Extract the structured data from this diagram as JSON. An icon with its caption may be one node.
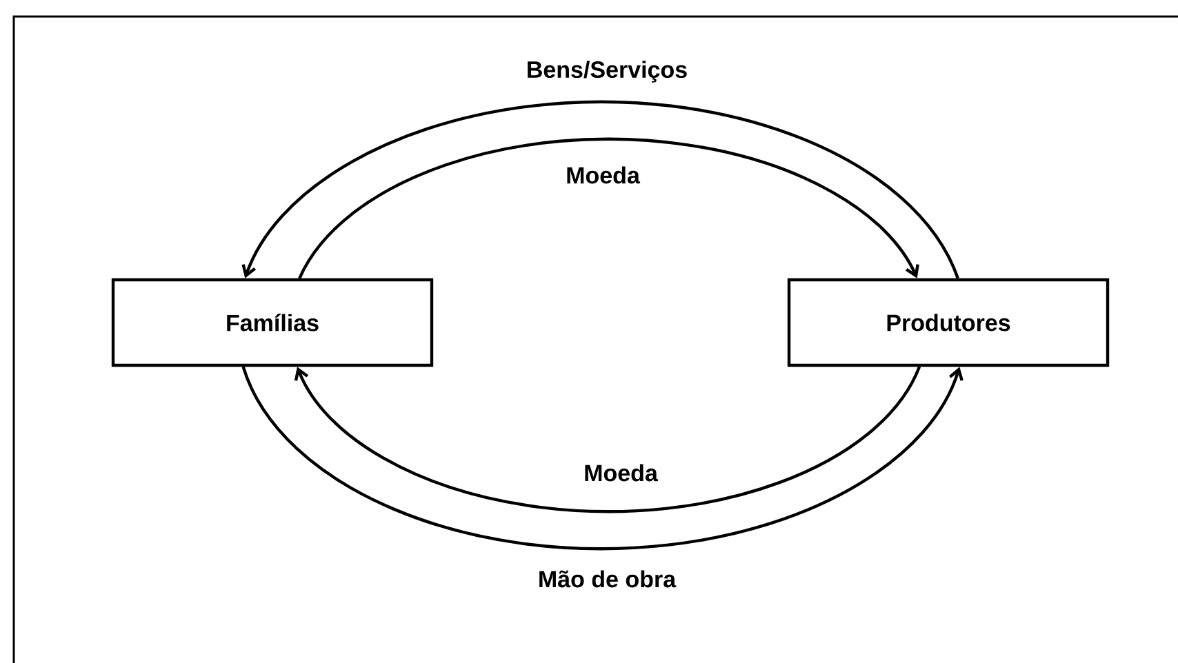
{
  "diagram": {
    "nodes": [
      {
        "text": [
          "Famílias"
        ]
      },
      {
        "text": [
          "Produtores"
        ]
      }
    ],
    "edges": [
      {
        "from": 1,
        "to": 0,
        "arrow": "to",
        "label": "Bens/Serviços"
      },
      {
        "from": 0,
        "to": 1,
        "arrow": "to",
        "label": "Moeda"
      },
      {
        "from": 1,
        "to": 0,
        "arrow": "to",
        "label": "Moeda"
      },
      {
        "from": 0,
        "to": 1,
        "arrow": "to",
        "label": "Mão de obra"
      }
    ]
  }
}
